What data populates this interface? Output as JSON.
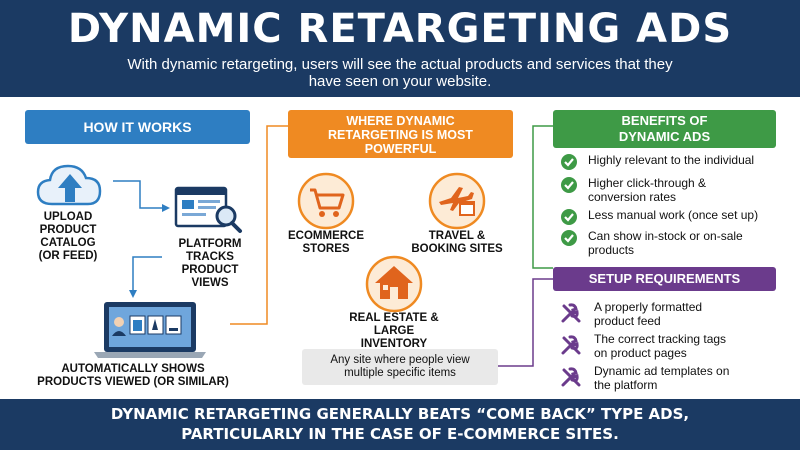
{
  "header": {
    "title": "DYNAMIC RETARGETING ADS",
    "subtitle": "With dynamic retargeting, users will see the actual products and services that they have seen on your website."
  },
  "how_it_works": {
    "title": "HOW IT WORKS",
    "steps": [
      {
        "label_lines": [
          "UPLOAD",
          "PRODUCT",
          "CATALOG",
          "(OR FEED)"
        ],
        "icon": "cloud-upload-icon"
      },
      {
        "label_lines": [
          "PLATFORM",
          "TRACKS",
          "PRODUCT",
          "VIEWS"
        ],
        "icon": "browser-magnifier-icon"
      },
      {
        "label_lines": [
          "AUTOMATICALLY SHOWS",
          "PRODUCTS VIEWED (OR SIMILAR)"
        ],
        "icon": "laptop-products-icon"
      }
    ]
  },
  "where": {
    "title_lines": [
      "WHERE DYNAMIC",
      "RETARGETING IS MOST",
      "POWERFUL"
    ],
    "items": [
      {
        "label_lines": [
          "ECOMMERCE",
          "STORES"
        ],
        "icon": "shopping-cart-icon"
      },
      {
        "label_lines": [
          "TRAVEL &",
          "BOOKING SITES"
        ],
        "icon": "airplane-calendar-icon"
      },
      {
        "label_lines": [
          "REAL ESTATE &",
          "LARGE INVENTORY"
        ],
        "icon": "house-icon"
      }
    ],
    "note_lines": [
      "Any site where people view",
      "multiple specific items"
    ]
  },
  "benefits": {
    "title_lines": [
      "BENEFITS OF",
      "DYNAMIC ADS"
    ],
    "items": [
      {
        "lines": [
          "Highly relevant to the individual"
        ]
      },
      {
        "lines": [
          "Higher click-through &",
          "conversion rates"
        ]
      },
      {
        "lines": [
          "Less manual work (once set up)"
        ]
      },
      {
        "lines": [
          "Can show in-stock or on-sale",
          "products"
        ]
      }
    ]
  },
  "setup": {
    "title": "SETUP REQUIREMENTS",
    "items": [
      {
        "lines": [
          "A properly formatted",
          "product feed"
        ]
      },
      {
        "lines": [
          "The correct tracking tags",
          "on product pages"
        ]
      },
      {
        "lines": [
          "Dynamic ad templates on",
          "the platform"
        ]
      }
    ]
  },
  "footer": {
    "line1": "DYNAMIC RETARGETING GENERALLY BEATS “COME BACK” TYPE ADS,",
    "line2": "PARTICULARLY IN THE CASE OF E-COMMERCE SITES."
  },
  "colors": {
    "navy": "#1b3a63",
    "blue": "#2e7ec2",
    "orange": "#ef8a22",
    "green": "#3e9a46",
    "purple": "#6b3b8c"
  }
}
